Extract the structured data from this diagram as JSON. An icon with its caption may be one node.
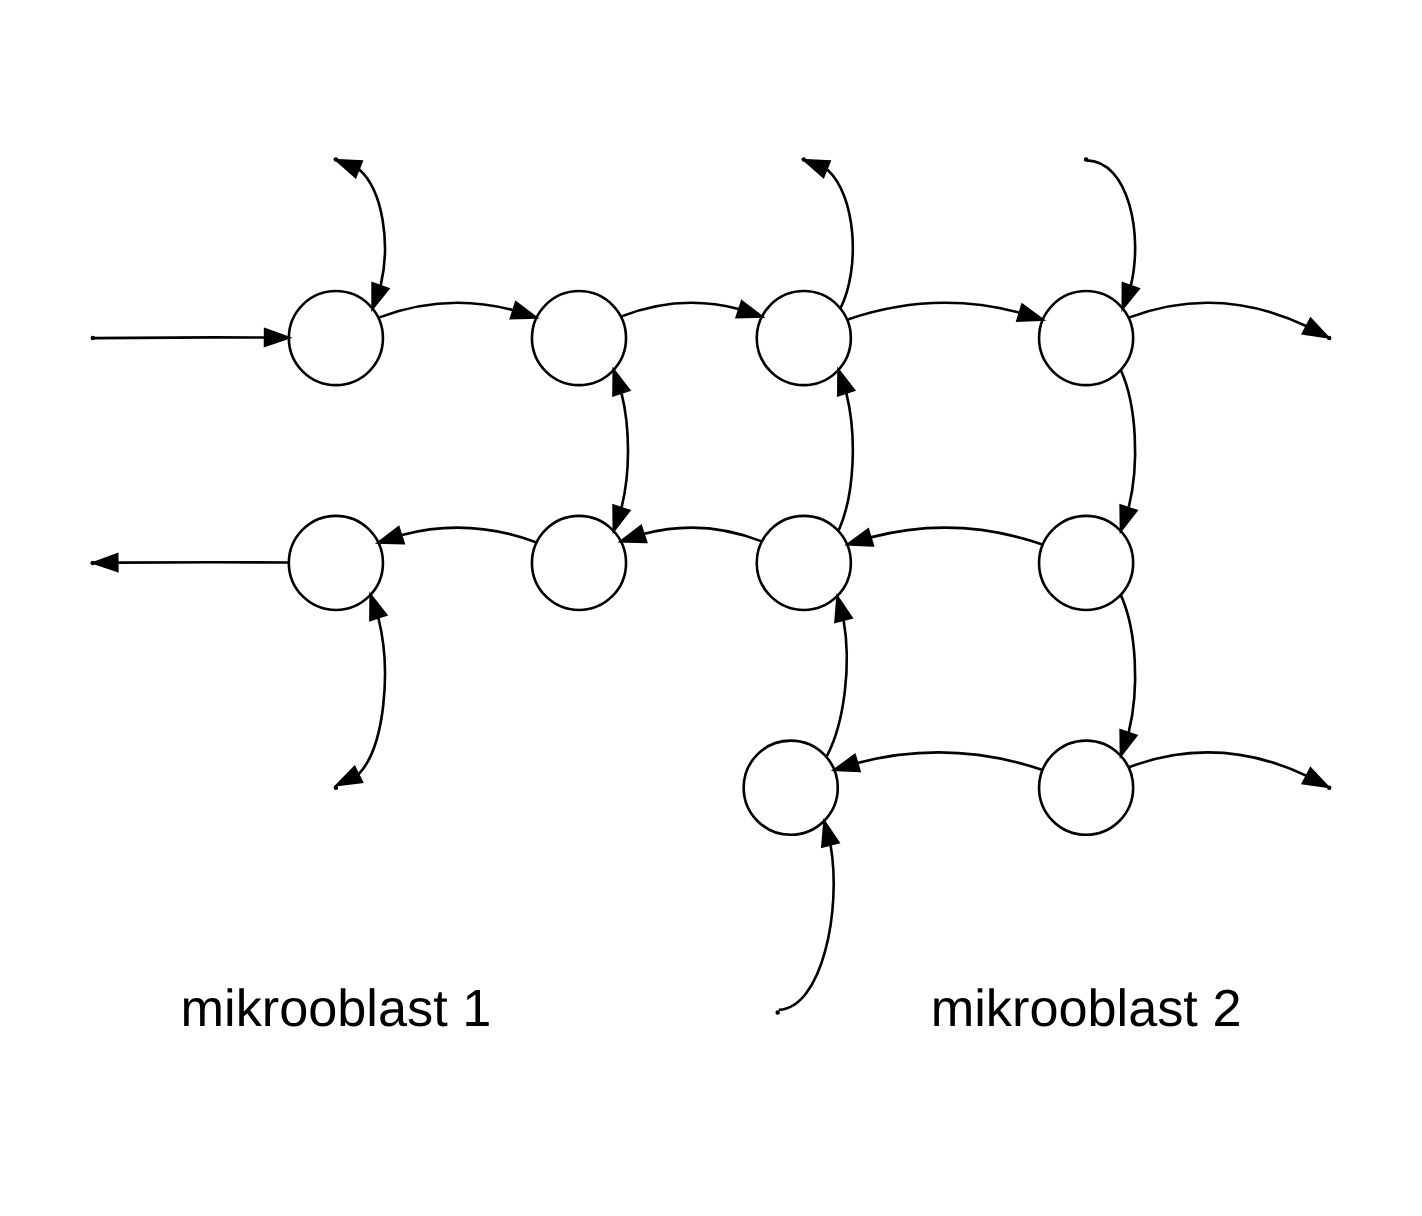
{
  "diagram": {
    "nodes": [
      {
        "text": [],
        "shape": "circle"
      },
      {
        "text": [],
        "shape": "circle"
      },
      {
        "text": [],
        "shape": "circle"
      },
      {
        "text": [],
        "shape": "circle"
      },
      {
        "text": [],
        "shape": "circle"
      },
      {
        "text": [],
        "shape": "circle"
      },
      {
        "text": [],
        "shape": "circle"
      },
      {
        "text": [],
        "shape": "circle"
      },
      {
        "text": [],
        "shape": "circle"
      },
      {
        "text": [],
        "shape": "circle"
      }
    ],
    "edges": [
      {
        "from": null,
        "to": 0,
        "arrow": "to"
      },
      {
        "from": 0,
        "to": null,
        "arrow": "both"
      },
      {
        "from": 0,
        "to": 1,
        "arrow": "to"
      },
      {
        "from": 1,
        "to": 2,
        "arrow": "to"
      },
      {
        "from": 2,
        "to": 3,
        "arrow": "to"
      },
      {
        "from": 3,
        "to": null,
        "arrow": "to"
      },
      {
        "from": 5,
        "to": 1,
        "arrow": "both"
      },
      {
        "from": 7,
        "to": 6,
        "arrow": "to"
      },
      {
        "from": 6,
        "to": 5,
        "arrow": "to"
      },
      {
        "from": 5,
        "to": 4,
        "arrow": "to"
      },
      {
        "from": 4,
        "to": null,
        "arrow": "to"
      },
      {
        "from": 4,
        "to": null,
        "arrow": "both"
      },
      {
        "from": null,
        "to": 8,
        "arrow": "to"
      },
      {
        "from": 8,
        "to": 6,
        "arrow": "to"
      },
      {
        "from": 6,
        "to": 2,
        "arrow": "to"
      },
      {
        "from": 2,
        "to": null,
        "arrow": "to"
      },
      {
        "from": null,
        "to": 3,
        "arrow": "to"
      },
      {
        "from": 3,
        "to": 7,
        "arrow": "to"
      },
      {
        "from": 7,
        "to": 9,
        "arrow": "to"
      },
      {
        "from": 9,
        "to": 8,
        "arrow": "to"
      },
      {
        "from": 9,
        "to": null,
        "arrow": "to"
      }
    ],
    "labels": [
      "mikrooblast 1",
      "mikrooblast 2"
    ]
  }
}
